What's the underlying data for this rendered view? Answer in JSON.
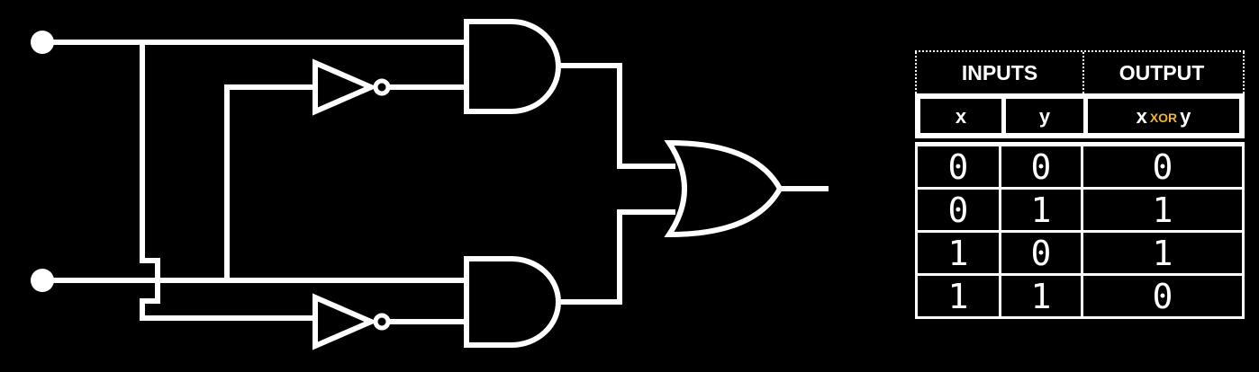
{
  "diagram": {
    "colors": {
      "background": "#000000",
      "line": "#ffffff",
      "accent": "#f0b429"
    },
    "components": [
      {
        "name": "input-x-terminal"
      },
      {
        "name": "input-y-terminal"
      },
      {
        "name": "not-gate-top"
      },
      {
        "name": "not-gate-bottom"
      },
      {
        "name": "and-gate-top"
      },
      {
        "name": "and-gate-bottom"
      },
      {
        "name": "or-gate"
      }
    ]
  },
  "truth_table": {
    "header_inputs": "INPUTS",
    "header_output": "OUTPUT",
    "col_x": "x",
    "col_y": "y",
    "col_out_left": "x",
    "col_out_op": "XOR",
    "col_out_right": "y",
    "rows": [
      {
        "x": "0",
        "y": "0",
        "out": "0"
      },
      {
        "x": "0",
        "y": "1",
        "out": "1"
      },
      {
        "x": "1",
        "y": "0",
        "out": "1"
      },
      {
        "x": "1",
        "y": "1",
        "out": "0"
      }
    ]
  }
}
